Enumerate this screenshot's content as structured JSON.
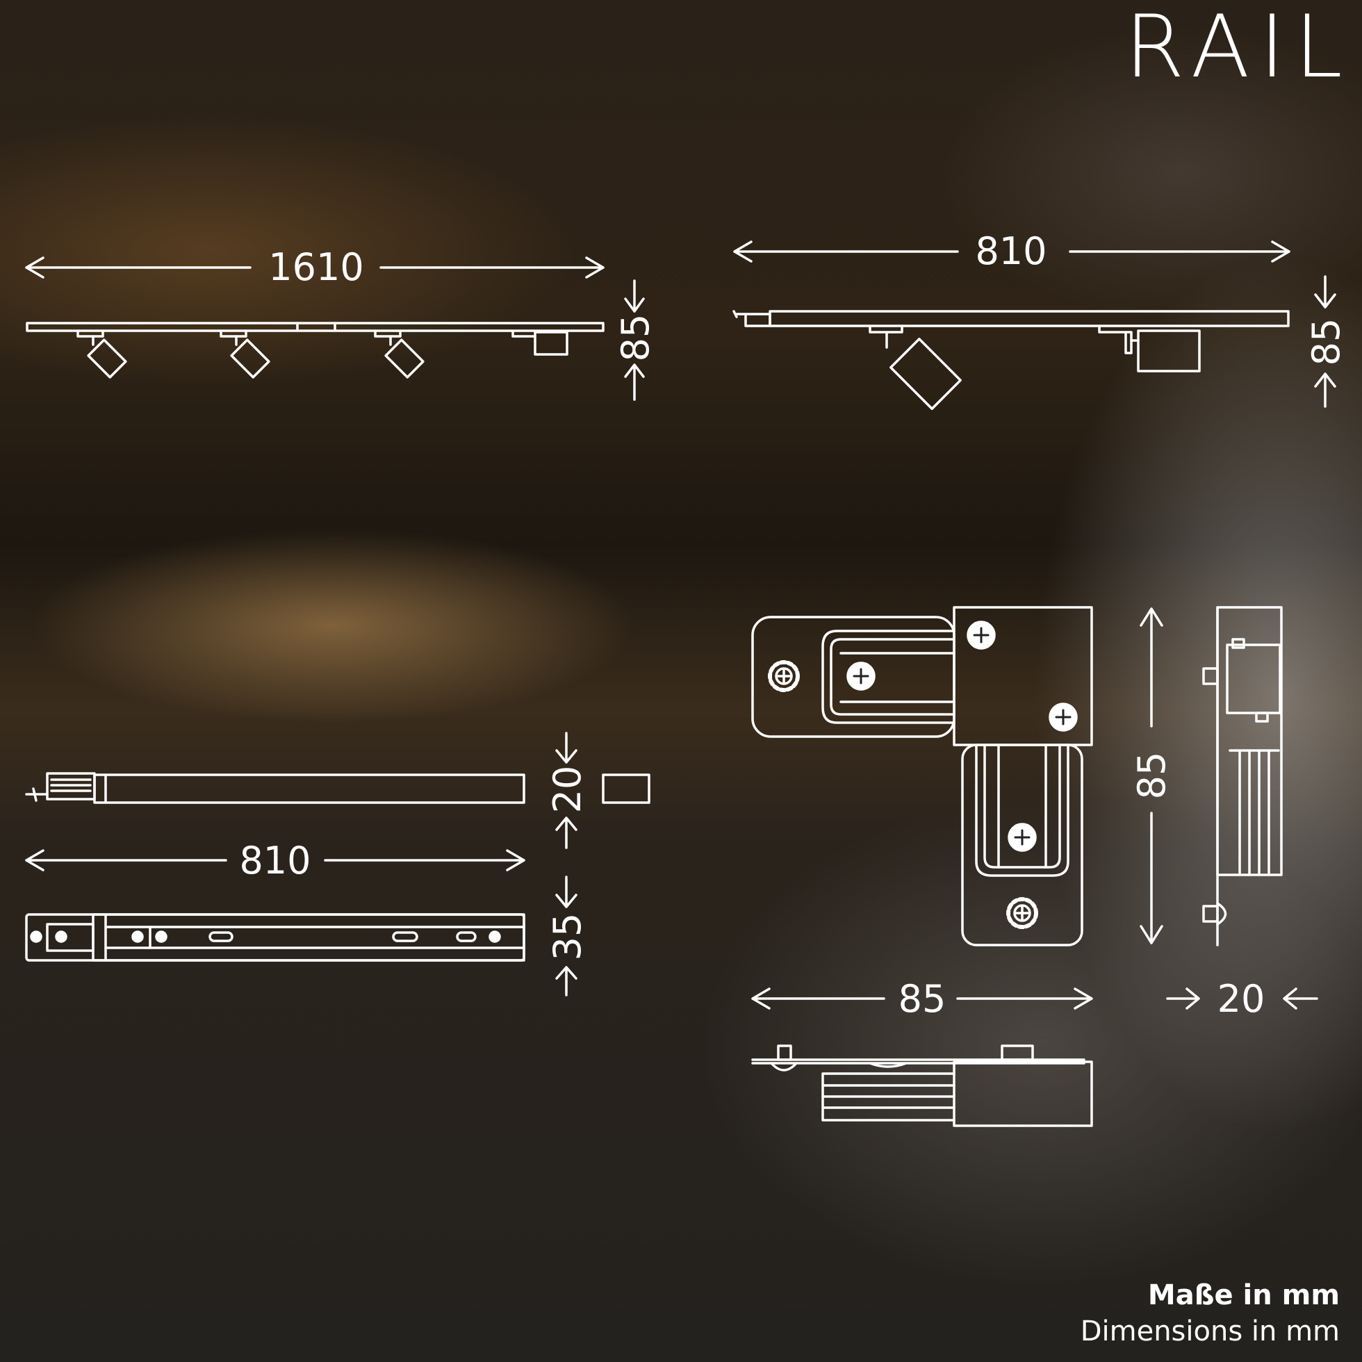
{
  "brand": {
    "logo": "RAIL"
  },
  "dimensions": {
    "rail_set_length": "1610",
    "rail_set_height": "85",
    "rail_single_length": "810",
    "rail_single_height": "85",
    "profile_height": "20",
    "rail_length_bottom": "810",
    "rail_width": "35",
    "connector_width": "85",
    "connector_height": "85",
    "connector_depth": "20"
  },
  "units_label": {
    "de": "Maße in mm",
    "en": "Dimensions in mm"
  }
}
